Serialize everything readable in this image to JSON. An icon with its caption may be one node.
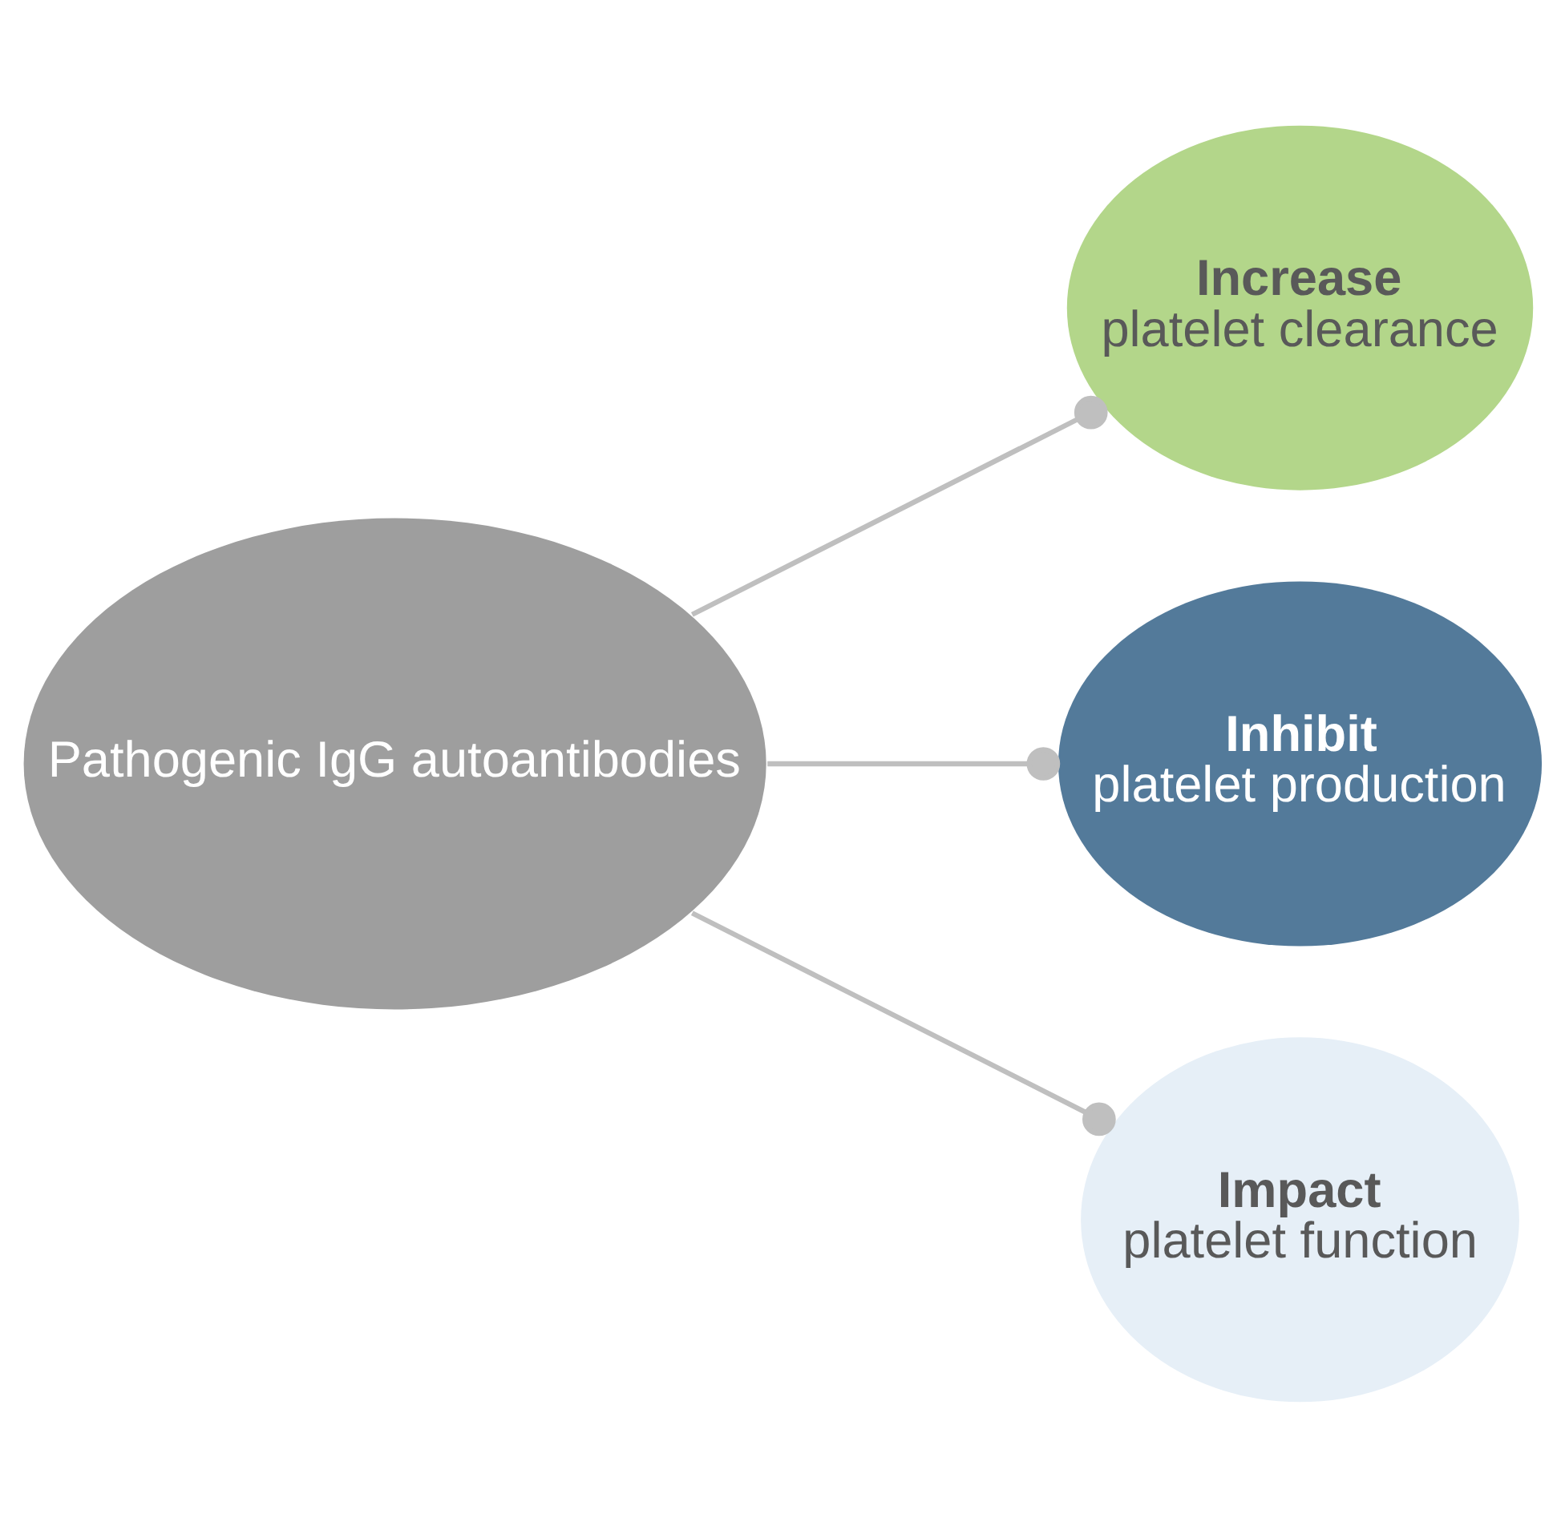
{
  "diagram": {
    "nodes": [
      {
        "text": [
          "Pathogenic IgG autoantibodies"
        ]
      },
      {
        "text": [
          "Increase",
          "platelet clearance"
        ]
      },
      {
        "text": [
          "Inhibit",
          "platelet production"
        ]
      },
      {
        "text": [
          "Impact",
          "platelet function"
        ]
      }
    ],
    "edges": [
      {
        "from": 0,
        "to": 1,
        "arrow": "other"
      },
      {
        "from": 0,
        "to": 2,
        "arrow": "other"
      },
      {
        "from": 0,
        "to": 3,
        "arrow": "other"
      }
    ]
  }
}
